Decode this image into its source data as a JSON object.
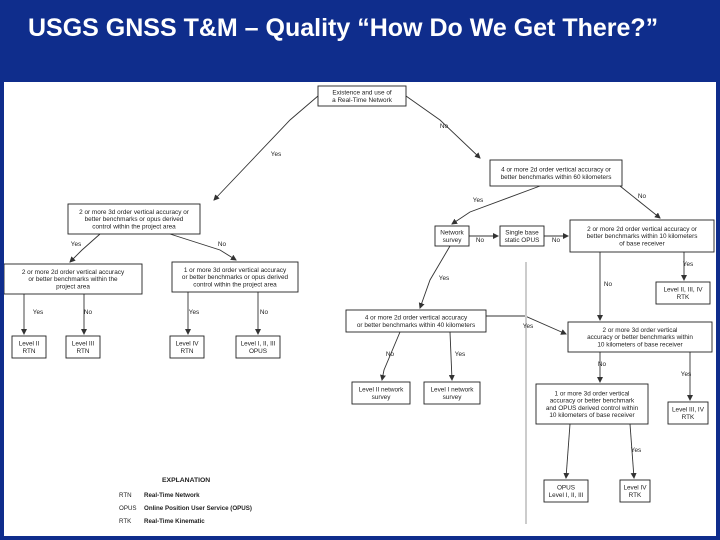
{
  "slide": {
    "title": "USGS GNSS T&M – Quality “How Do We Get There?”",
    "banner_color": "#0f2d8c",
    "text_color": "#ffffff"
  },
  "flowchart": {
    "nodes": [
      {
        "id": "n1",
        "lines": [
          "Existence and use of",
          "a Real-Time Network"
        ]
      },
      {
        "id": "n2",
        "lines": [
          "4 or more 2d order vertical accuracy or",
          "better benchmarks within 60 kilometers"
        ]
      },
      {
        "id": "n3",
        "lines": [
          "2 or more 3d order vertical accuracy or",
          "better benchmarks or opus derived",
          "control within the project area"
        ]
      },
      {
        "id": "n4",
        "lines": [
          "Network",
          "survey"
        ]
      },
      {
        "id": "n5",
        "lines": [
          "Single base",
          "static OPUS"
        ]
      },
      {
        "id": "n6",
        "lines": [
          "2 or more 2d order vertical accuracy or",
          "better benchmarks within 10 kilometers",
          "of base receiver"
        ]
      },
      {
        "id": "n7",
        "lines": [
          "2 or more 2d order vertical accuracy",
          "or better benchmarks within the",
          "project area"
        ]
      },
      {
        "id": "n8",
        "lines": [
          "1 or more 3d order vertical accuracy",
          "or better benchmarks or opus derived",
          "control within the project area"
        ]
      },
      {
        "id": "n9",
        "lines": [
          "Level II, III, IV",
          "RTK"
        ]
      },
      {
        "id": "n10",
        "lines": [
          "4 or more 2d order vertical accuracy",
          "or better benchmarks within 40 kilometers"
        ]
      },
      {
        "id": "n11",
        "lines": [
          "2 or more 3d order vertical",
          "accuracy or better benchmarks within",
          "10 kilometers of base receiver"
        ]
      },
      {
        "id": "n12",
        "lines": [
          "Level II",
          "RTN"
        ]
      },
      {
        "id": "n13",
        "lines": [
          "Level III",
          "RTN"
        ]
      },
      {
        "id": "n14",
        "lines": [
          "Level IV",
          "RTN"
        ]
      },
      {
        "id": "n15",
        "lines": [
          "Level I, II, III",
          "OPUS"
        ]
      },
      {
        "id": "n16",
        "lines": [
          "Level II network",
          "survey"
        ]
      },
      {
        "id": "n17",
        "lines": [
          "Level I network",
          "survey"
        ]
      },
      {
        "id": "n18",
        "lines": [
          "1 or more 3d order vertical",
          "accuracy or better benchmark",
          "and OPUS derived control within",
          "10 kilometers of base receiver"
        ]
      },
      {
        "id": "n19",
        "lines": [
          "Level III, IV",
          "RTK"
        ]
      },
      {
        "id": "n20",
        "lines": [
          "OPUS",
          "Level I, II, III"
        ]
      },
      {
        "id": "n21",
        "lines": [
          "Level IV",
          "RTK"
        ]
      }
    ],
    "edge_labels": [
      {
        "id": "e1",
        "text": "No"
      },
      {
        "id": "e2",
        "text": "Yes"
      },
      {
        "id": "e3",
        "text": "No"
      },
      {
        "id": "e4",
        "text": "Yes"
      },
      {
        "id": "e5",
        "text": "Yes"
      },
      {
        "id": "e6",
        "text": "No"
      },
      {
        "id": "e7",
        "text": "No"
      },
      {
        "id": "e8",
        "text": "No"
      },
      {
        "id": "e9",
        "text": "Yes"
      },
      {
        "id": "e10",
        "text": "No"
      },
      {
        "id": "e11",
        "text": "Yes"
      },
      {
        "id": "e12",
        "text": "Yes"
      },
      {
        "id": "e13",
        "text": "No"
      },
      {
        "id": "e14",
        "text": "Yes"
      },
      {
        "id": "e15",
        "text": "No"
      },
      {
        "id": "e16",
        "text": "Yes"
      },
      {
        "id": "e17",
        "text": "Yes"
      },
      {
        "id": "e18",
        "text": "No"
      },
      {
        "id": "e19",
        "text": "Yes"
      },
      {
        "id": "e20",
        "text": "No"
      },
      {
        "id": "e21",
        "text": "Yes"
      }
    ]
  },
  "legend": {
    "heading": "EXPLANATION",
    "items": [
      {
        "abbr": "RTN",
        "meaning": "Real-Time Network"
      },
      {
        "abbr": "OPUS",
        "meaning": "Online Position User Service (OPUS)"
      },
      {
        "abbr": "RTK",
        "meaning": "Real-Time Kinematic"
      }
    ]
  }
}
